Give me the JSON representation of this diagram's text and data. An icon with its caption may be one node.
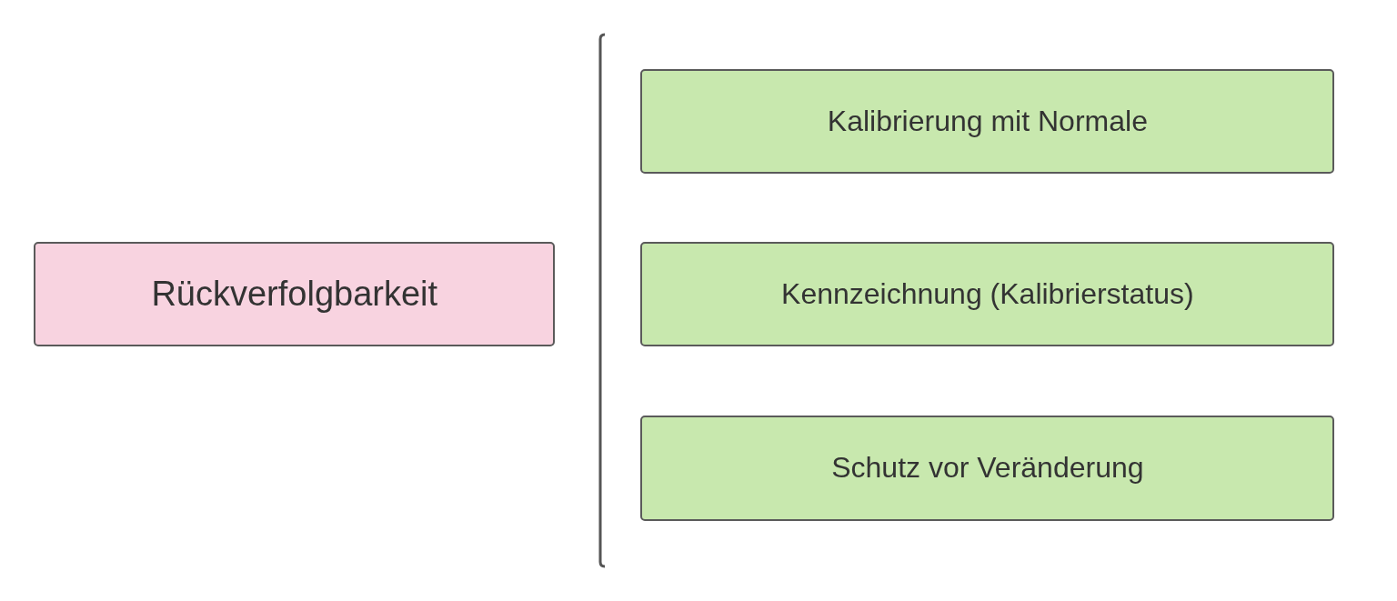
{
  "diagram": {
    "nodes": [
      {
        "text": [
          "Rückverfolgbarkeit"
        ]
      },
      {
        "text": [
          "Kalibrierung mit Normale"
        ]
      },
      {
        "text": [
          "Kennzeichnung (Kalibrierstatus)"
        ]
      },
      {
        "text": [
          "Schutz vor Veränderung"
        ]
      }
    ]
  }
}
